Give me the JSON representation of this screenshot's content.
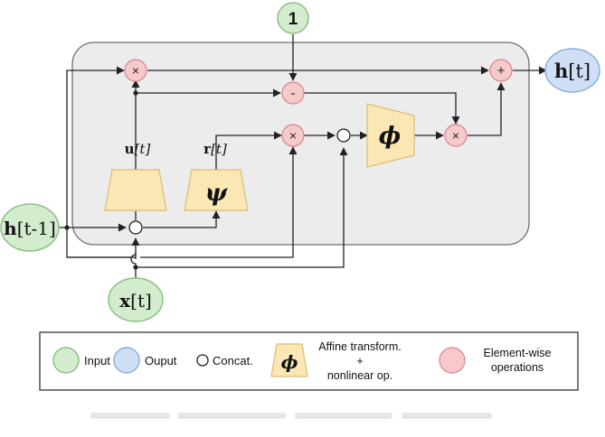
{
  "nodes": {
    "one": "1",
    "output": {
      "bold": "h",
      "rest": "[t]"
    },
    "hidden_prev": {
      "bold": "h",
      "rest": "[t-1]"
    },
    "input_x": {
      "bold": "x",
      "rest": "[t]"
    },
    "gate_u": {
      "bold": "u",
      "rest": "[t]"
    },
    "gate_r": {
      "bold": "r",
      "rest": "[t]"
    }
  },
  "ops": {
    "mul": "×",
    "add": "+",
    "sub": "-"
  },
  "symbols": {
    "psi": "ψ",
    "phi": "ϕ"
  },
  "legend": {
    "input": "Input",
    "output": "Ouput",
    "concat": "Concat.",
    "affine_line1": "Affine transform.",
    "affine_line2": "+",
    "affine_line3": "nonlinear op.",
    "elementwise_line1": "Element-wise",
    "elementwise_line2": "operations"
  },
  "colors": {
    "input": "#d3ecce",
    "output": "#cfe0f6",
    "operation": "#f7c9cb",
    "affine": "#fbe7b3",
    "cell": "#ececec"
  }
}
